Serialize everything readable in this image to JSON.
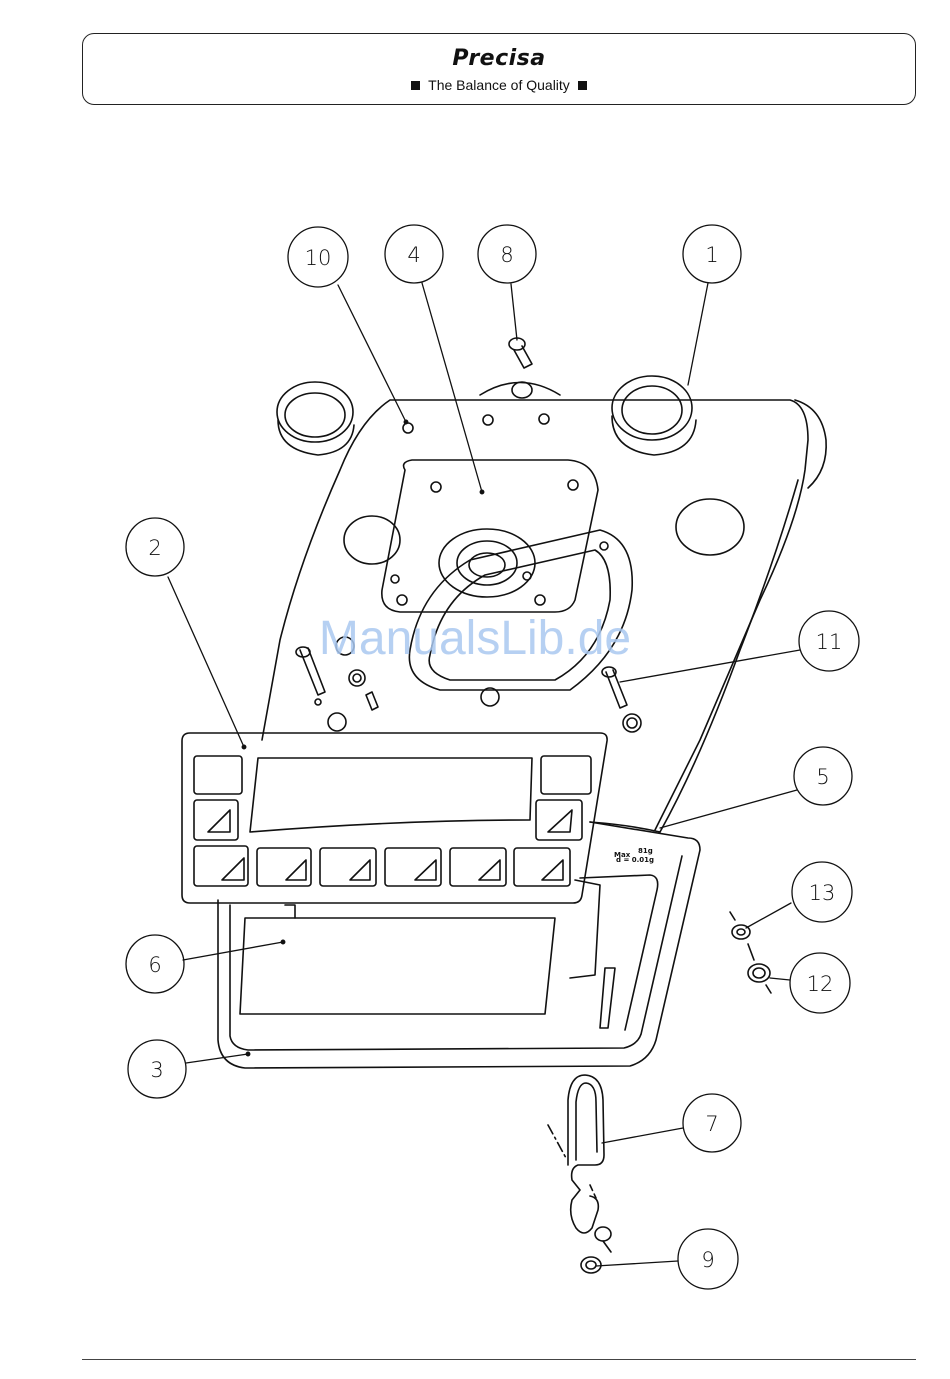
{
  "header": {
    "brand": "Precisa",
    "tagline": "The Balance of Quality"
  },
  "watermark": "ManualsLib.de",
  "plate_text": {
    "max": "Max",
    "max_val": "81g",
    "d": "d = 0.01g"
  },
  "callouts": [
    {
      "id": "10",
      "label": "10"
    },
    {
      "id": "4",
      "label": "4"
    },
    {
      "id": "8",
      "label": "8"
    },
    {
      "id": "1",
      "label": "1"
    },
    {
      "id": "2",
      "label": "2"
    },
    {
      "id": "11",
      "label": "11"
    },
    {
      "id": "5",
      "label": "5"
    },
    {
      "id": "13",
      "label": "13"
    },
    {
      "id": "6",
      "label": "6"
    },
    {
      "id": "12",
      "label": "12"
    },
    {
      "id": "3",
      "label": "3"
    },
    {
      "id": "7",
      "label": "7"
    },
    {
      "id": "9",
      "label": "9"
    }
  ],
  "colors": {
    "line": "#111111",
    "watermark": "#a9c8f0"
  }
}
